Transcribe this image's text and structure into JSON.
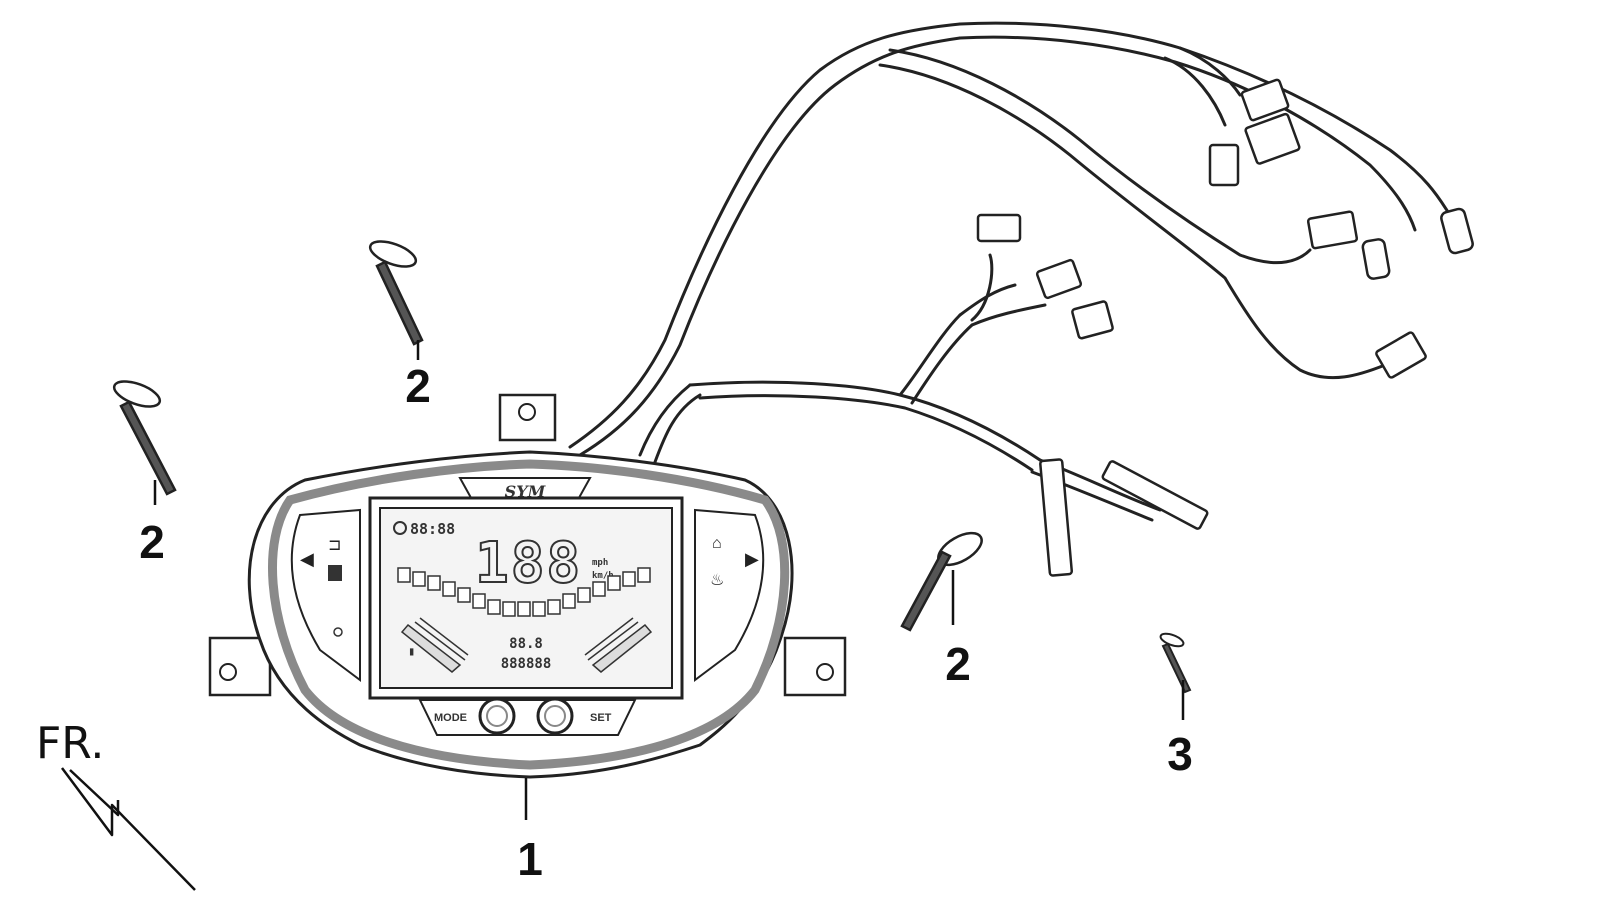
{
  "callouts": {
    "part1": "1",
    "part2_a": "2",
    "part2_b": "2",
    "part2_c": "2",
    "part3": "3"
  },
  "direction_label": "FR.",
  "meter": {
    "brand": "SYM",
    "clock": "88:88",
    "speed_digits": "188",
    "speed_unit_mph": "mph",
    "speed_unit_kmh": "km/h",
    "odo_top": "88.8",
    "odo_bottom": "888888",
    "mode_label": "MODE",
    "set_label": "SET"
  },
  "colors": {
    "line": "#222222",
    "bezel": "#8a8a8a",
    "lcd": "#f4f4f4"
  }
}
